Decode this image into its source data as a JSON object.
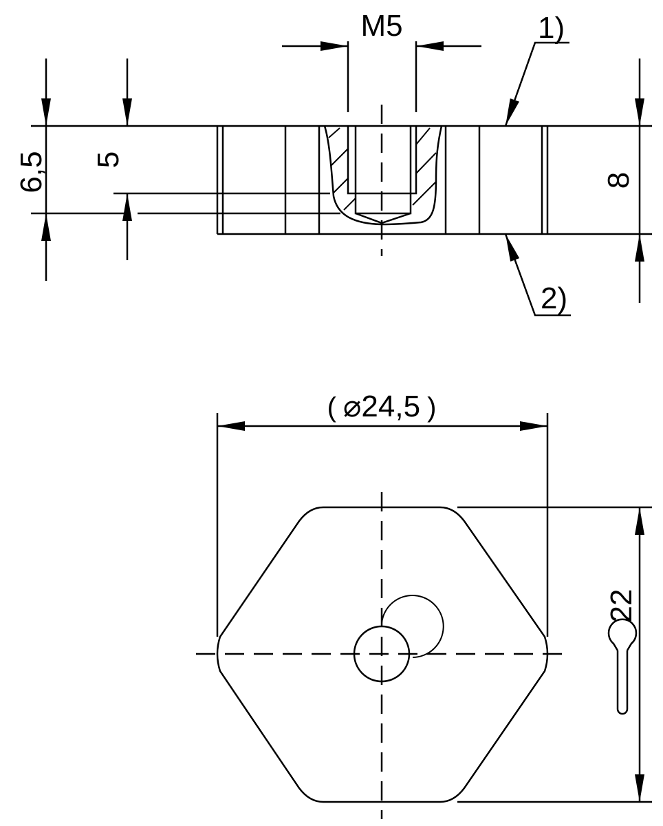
{
  "drawing": {
    "side_view": {
      "thread_label": "M5",
      "callout_1": "1)",
      "callout_2": "2)",
      "dim_overall_height": "6,5",
      "dim_thread_depth": "5",
      "dim_right_height": "8"
    },
    "top_view": {
      "diameter_open": "(",
      "diameter_symbol": "⌀",
      "diameter_value": "24,5",
      "diameter_close": ")",
      "wrench_size": "22",
      "wrench_icon": "wrench-icon"
    }
  }
}
